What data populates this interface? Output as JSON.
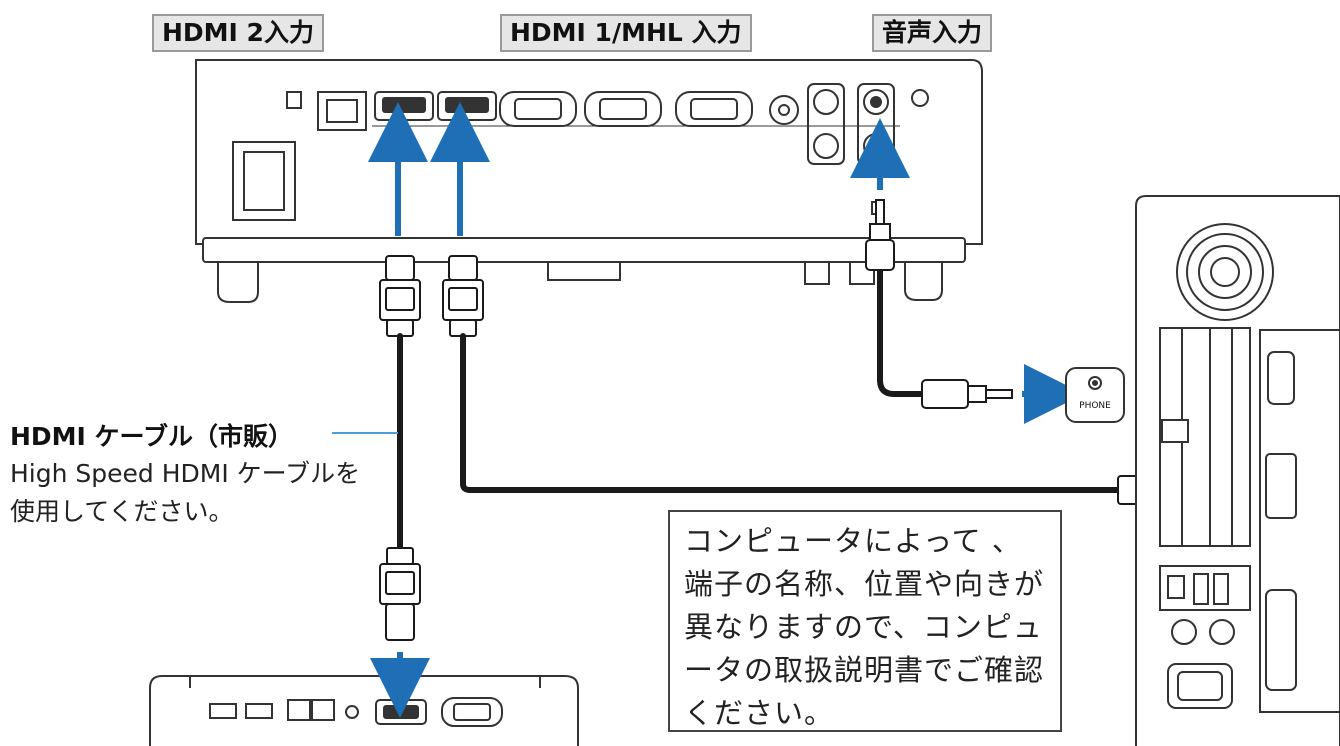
{
  "labels": {
    "hdmi2_input": "HDMI 2入力",
    "hdmi1_mhl_input": "HDMI 1/MHL 入力",
    "audio_input": "音声入力"
  },
  "cable": {
    "title": "HDMI ケーブル（市販）",
    "note": "High Speed HDMI ケーブルを使用してください。"
  },
  "note_box": {
    "text": "コンピュータによって 、端子の名称、位置や向きが異なりますので、コンピュータの取扱説明書でご確認ください。"
  },
  "jack": {
    "label": "PHONE"
  },
  "colors": {
    "arrow": "#1e6fb5",
    "cable": "#1a1a1a",
    "device_outline": "#333333",
    "label_bg": "#e6e6e6"
  }
}
